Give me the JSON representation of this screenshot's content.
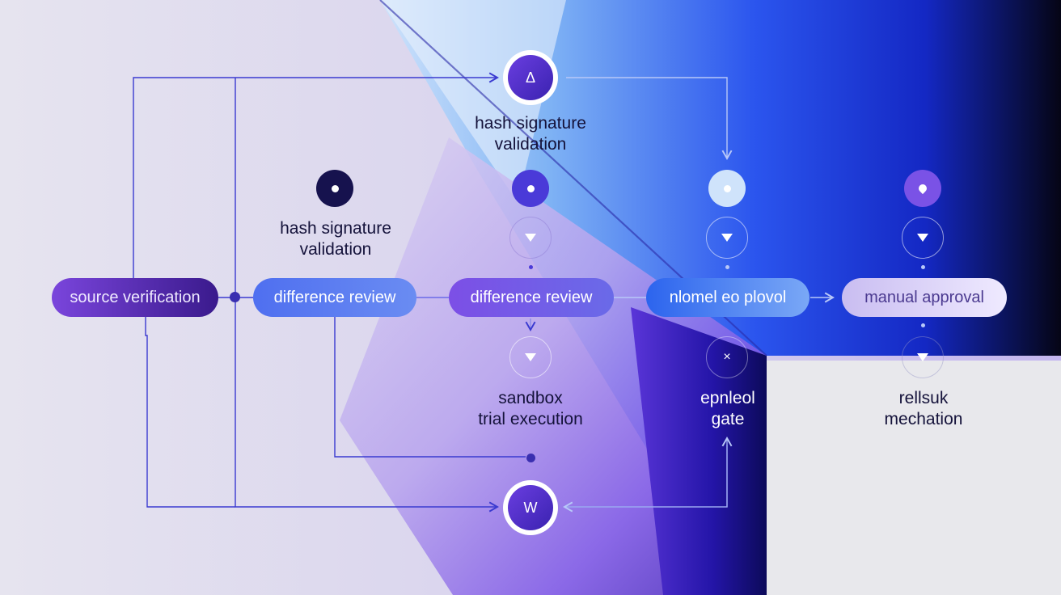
{
  "pipeline": {
    "stages": [
      {
        "label": "source verification"
      },
      {
        "label": "difference review"
      },
      {
        "label": "difference review"
      },
      {
        "label": "nlomel eo plovol"
      },
      {
        "label": "manual approval"
      }
    ],
    "top_node": {
      "glyph": "Δ",
      "label_line1": "hash signature",
      "label_line2": "validation"
    },
    "bottom_node": {
      "glyph": "W"
    },
    "annotations": {
      "hash_left": {
        "line1": "hash signature",
        "line2": "validation"
      },
      "sandbox": {
        "line1": "sandbox",
        "line2": "trial execution"
      },
      "gate": {
        "line1": "epnleol",
        "line2": "gate"
      },
      "rollback": {
        "line1": "rellsuk",
        "line2": "mechation"
      }
    },
    "gate_glyph": "×"
  },
  "colors": {
    "line": "#3a3ad0",
    "node_dark": "#1e1a6e",
    "node_violet": "#5a32d8",
    "accent_blue": "#1a3bf0",
    "deep_indigo": "#0a0a4a",
    "background": "#e4e2ee"
  },
  "icons": [
    "delta-icon",
    "w-icon",
    "chevron-down-icon",
    "close-icon",
    "dot-icon",
    "arrow-right-icon"
  ]
}
